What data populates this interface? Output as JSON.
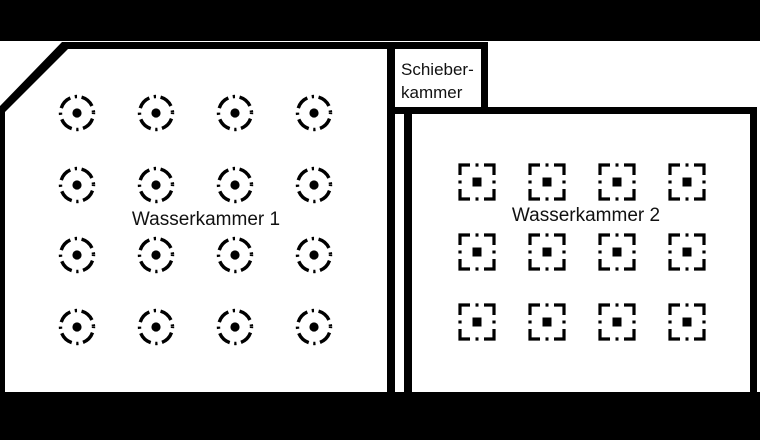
{
  "diagram": {
    "type": "floor-plan",
    "colors": {
      "background": "#000000",
      "floor": "#ffffff",
      "line": "#000000",
      "text": "#111111"
    },
    "chambers": {
      "wasserkammer1": {
        "label": "Wasserkammer 1",
        "symbol": "pillar-circle-dashdot",
        "symbol_count": 16,
        "grid": {
          "cols": 4,
          "rows": 4,
          "col_x": [
            77,
            156,
            235,
            314
          ],
          "row_y": [
            113,
            185,
            255,
            327
          ]
        }
      },
      "wasserkammer2": {
        "label": "Wasserkammer 2",
        "symbol": "pillar-square-dashdot",
        "symbol_count": 12,
        "grid": {
          "cols": 4,
          "rows": 3,
          "col_x": [
            477,
            547,
            617,
            687
          ],
          "row_y": [
            182,
            252,
            322
          ]
        }
      },
      "schieberkammer": {
        "label_lines": [
          "Schieber-",
          "kammer"
        ]
      }
    }
  }
}
